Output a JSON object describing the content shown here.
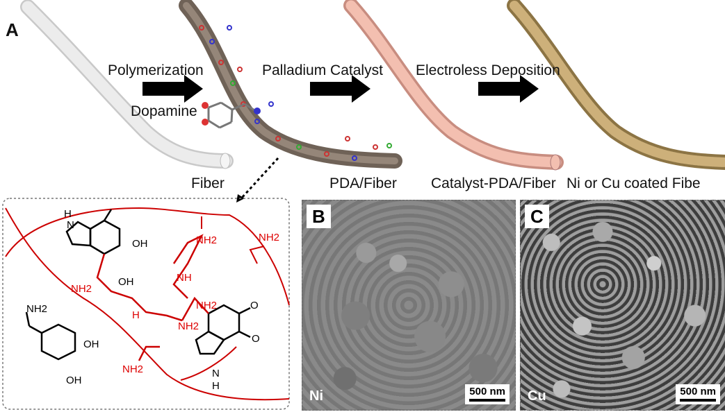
{
  "panel_a": {
    "letter": "A",
    "steps": [
      {
        "label": "Polymerization"
      },
      {
        "label": "Palladium Catalyst"
      },
      {
        "label": "Electroless Deposition"
      }
    ],
    "monomer_label": "Dopamine",
    "fiber_labels": [
      "Fiber",
      "PDA/Fiber",
      "Catalyst-PDA/Fiber",
      "Ni or Cu coated Fibe"
    ],
    "fiber_colors": [
      "#e6e6e6",
      "#7a6c60",
      "#f0b4a4",
      "#b69a5c"
    ]
  },
  "panel_b": {
    "letter": "B",
    "element": "Ni",
    "scale_bar": "500 nm"
  },
  "panel_c": {
    "letter": "C",
    "element": "Cu",
    "scale_bar": "500 nm"
  },
  "structure": {
    "oh": "OH",
    "nh2": "NH2",
    "nh": "NH",
    "nh3": "NH2",
    "h": "H",
    "n": "N",
    "o": "O",
    "plus": "+"
  }
}
